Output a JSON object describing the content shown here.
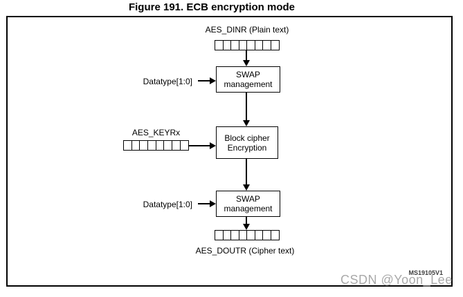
{
  "title": "Figure 191. ECB encryption mode",
  "diagram": {
    "input_label": "AES_DINR (Plain text)",
    "datatype_label": "Datatype[1:0]",
    "swap_box": {
      "line1": "SWAP",
      "line2": "management"
    },
    "key_label": "AES_KEYRx",
    "cipher_box": {
      "line1": "Block cipher",
      "line2": "Encryption"
    },
    "output_label": "AES_DOUTR (Cipher text)",
    "figure_id": "MS19105V1",
    "register_cells": 8
  },
  "watermark": "CSDN @Yoon_Lee",
  "colors": {
    "line": "#000000",
    "text": "#000000",
    "figure_id": "#3d3d3d",
    "watermark": "#a9a9a9",
    "background": "#ffffff"
  }
}
